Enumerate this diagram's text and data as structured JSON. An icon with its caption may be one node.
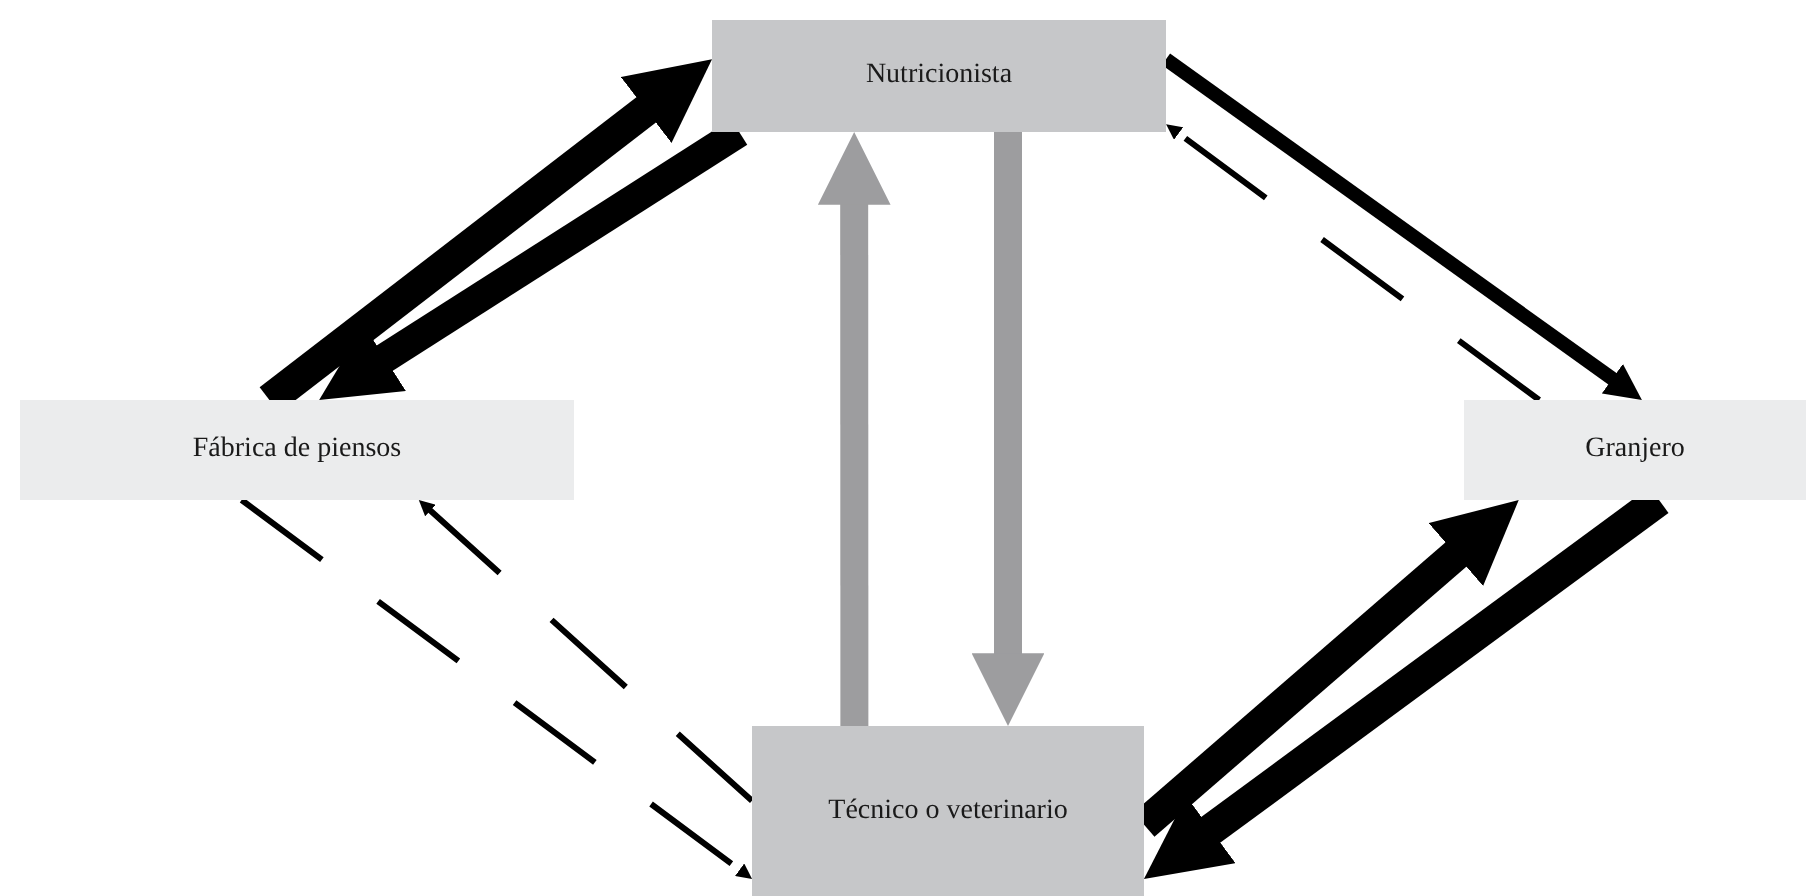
{
  "diagram": {
    "nodes": [
      {
        "text": [
          "Nutricionista"
        ]
      },
      {
        "text": [
          "Fábrica de piensos"
        ]
      },
      {
        "text": [
          "Granjero"
        ]
      },
      {
        "text": [
          "Técnico o veterinario"
        ]
      }
    ],
    "edges": [
      {
        "from": 1,
        "to": 0,
        "arrow": "to"
      },
      {
        "from": 0,
        "to": 1,
        "arrow": "to"
      },
      {
        "from": 0,
        "to": 2,
        "arrow": "to"
      },
      {
        "from": 2,
        "to": 0,
        "arrow": "to",
        "style": "dashed"
      },
      {
        "from": 3,
        "to": 0,
        "arrow": "to",
        "color": "#9d9d9f"
      },
      {
        "from": 0,
        "to": 3,
        "arrow": "to",
        "color": "#9d9d9f"
      },
      {
        "from": 3,
        "to": 2,
        "arrow": "to"
      },
      {
        "from": 2,
        "to": 3,
        "arrow": "to"
      },
      {
        "from": 3,
        "to": 1,
        "arrow": "to",
        "style": "dashed"
      },
      {
        "from": 1,
        "to": 3,
        "arrow": "to",
        "style": "dashed"
      }
    ]
  }
}
